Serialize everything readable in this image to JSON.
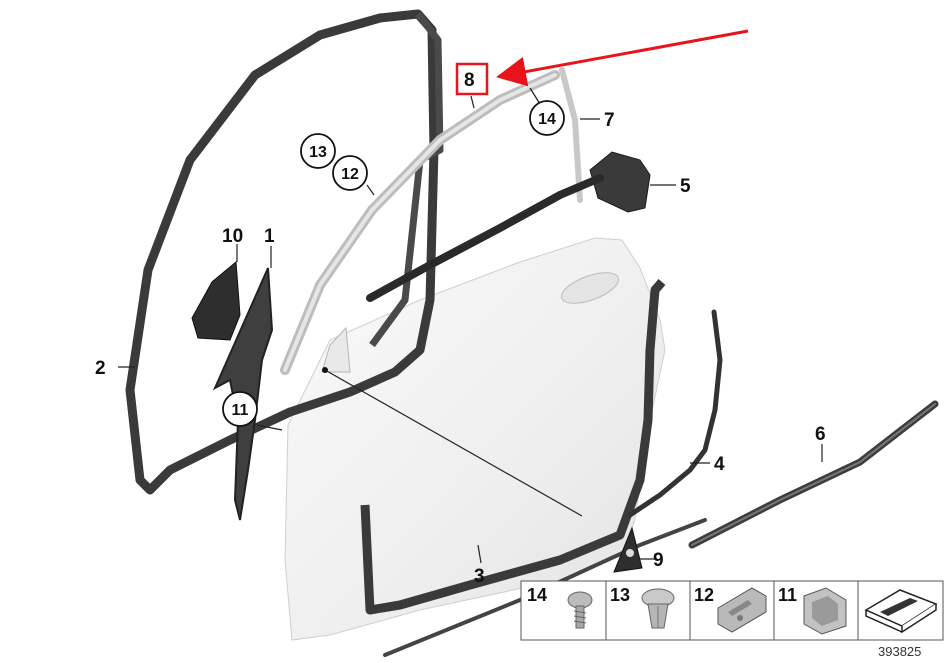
{
  "callouts": {
    "p1": "1",
    "p2": "2",
    "p3": "3",
    "p4": "4",
    "p5": "5",
    "p6": "6",
    "p7": "7",
    "p8": "8",
    "p9": "9",
    "p10": "10",
    "c11": "11",
    "c12": "12",
    "c13": "13",
    "c14": "14"
  },
  "parts_table": [
    {
      "number": "14",
      "icon": "screw-icon"
    },
    {
      "number": "13",
      "icon": "plastic-rivet-icon"
    },
    {
      "number": "12",
      "icon": "clip-icon"
    },
    {
      "number": "11",
      "icon": "nut-clip-icon"
    },
    {
      "number": "",
      "icon": "shim-plate-icon"
    }
  ],
  "document_id": "393825",
  "colors": {
    "highlight": "#e8141b",
    "seal": "#3a3a3a",
    "door_panel": "#f2f2f2",
    "trim": "#bdbdbd"
  }
}
